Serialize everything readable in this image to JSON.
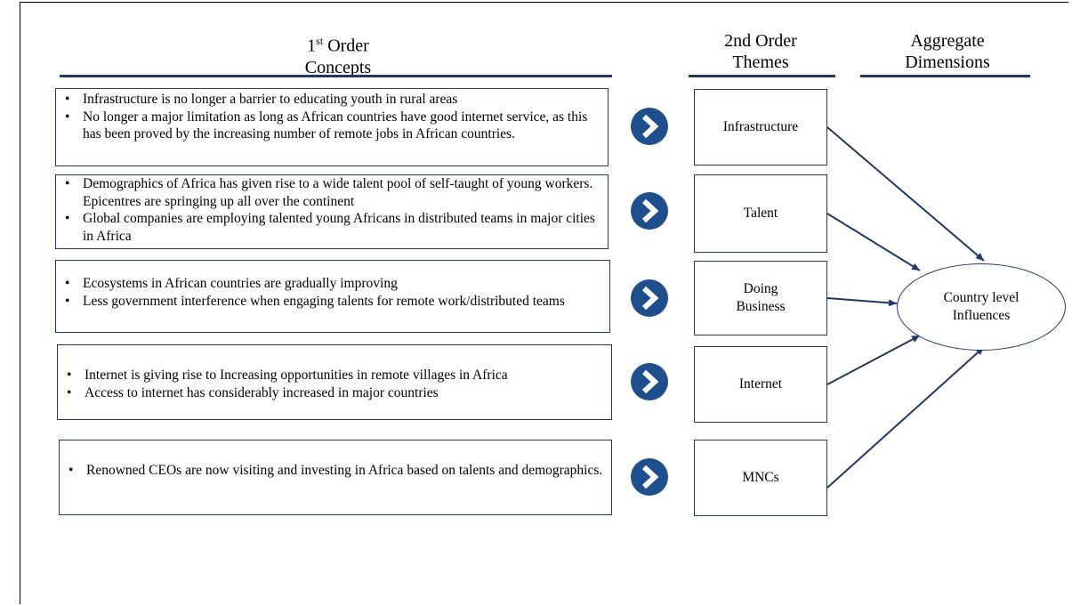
{
  "headers": {
    "first_order_sup": "st",
    "first_order_line1_num": "1",
    "first_order_line1_rest": " Order",
    "first_order_line2": "Concepts",
    "second_order_line1": "2nd Order",
    "second_order_line2": "Themes",
    "aggregate_line1": "Aggregate",
    "aggregate_line2": "Dimensions"
  },
  "rows": [
    {
      "bullets": [
        "Infrastructure is no longer a barrier to educating youth in rural areas",
        "No longer a major limitation as long as African countries have good internet service, as this has been proved by the increasing number of remote jobs in African countries."
      ],
      "theme": "Infrastructure"
    },
    {
      "bullets": [
        "Demographics of Africa has given rise to a wide talent pool of self-taught of young workers. Epicentres are springing up all over the continent",
        "Global companies are employing talented young Africans in distributed teams in major cities in Africa"
      ],
      "theme": "Talent"
    },
    {
      "bullets": [
        "Ecosystems in African countries are gradually improving",
        "Less government interference when engaging talents for remote work/distributed teams"
      ],
      "theme_line1": "Doing",
      "theme_line2": "Business"
    },
    {
      "bullets": [
        "Internet is giving rise to Increasing opportunities in remote villages in Africa",
        "Access to internet has considerably increased in major countries"
      ],
      "theme": "Internet"
    },
    {
      "bullets": [
        "Renowned CEOs are now visiting and investing in Africa based on talents and demographics."
      ],
      "theme": "MNCs"
    }
  ],
  "aggregate": {
    "line1": "Country level",
    "line2": "Influences"
  },
  "colors": {
    "navy": "#1f3864",
    "chevron": "#1f4e8c"
  },
  "icons": {
    "chevron": "chevron-right-circle-icon"
  }
}
